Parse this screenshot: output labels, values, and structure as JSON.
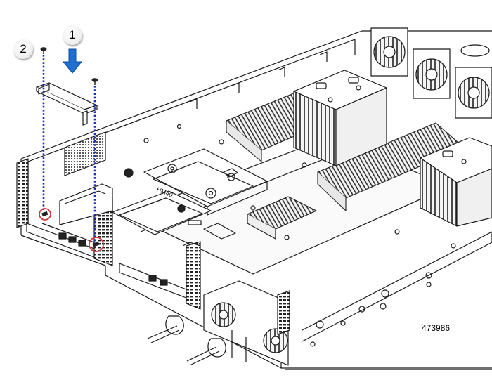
{
  "callouts": [
    {
      "label": "1"
    },
    {
      "label": "2"
    }
  ],
  "figure_id": "473986",
  "board_marking": "HM40",
  "colors": {
    "arrow": "#1f6fd1",
    "dotted_guide": "#1a2fbf",
    "highlight_ring": "#d43a3a",
    "line_art": "#1a1a1a"
  }
}
